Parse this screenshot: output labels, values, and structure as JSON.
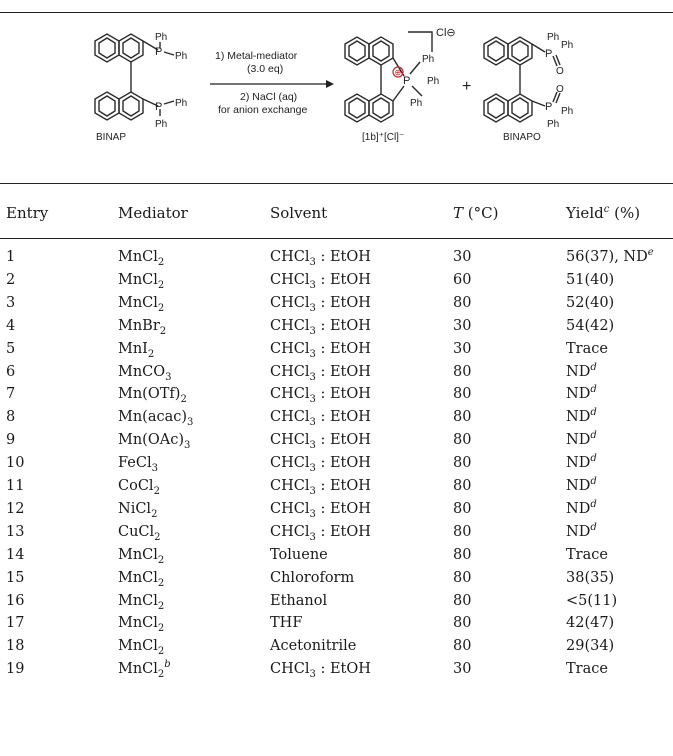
{
  "scheme": {
    "reactant_label": "BINAP",
    "arrow_top_line1": "1) Metal-mediator",
    "arrow_top_line2": "(3.0 eq)",
    "arrow_bottom_line1": "2) NaCl (aq)",
    "arrow_bottom_line2": "for anion exchange",
    "product1_label": "[1b]⁺[Cl]⁻",
    "product2_label": "BINAPO",
    "counterion": "Cl⊖",
    "plus": "+",
    "ph": "Ph",
    "p": "P",
    "o": "O",
    "cation_mark": "⊕"
  },
  "table": {
    "headers": {
      "entry": "Entry",
      "mediator": "Mediator",
      "solvent": "Solvent",
      "temp_italic": "T",
      "temp_unit": " (°C)",
      "yield": "Yield",
      "yield_sup": "c",
      "yield_unit": " (%)"
    },
    "rows": [
      {
        "entry": "1",
        "med": "MnCl",
        "med_sub": "2",
        "med_tail": "",
        "med_sup": "",
        "solv": "CHCl",
        "solv_sub": "3",
        "solv_tail": " : EtOH",
        "t": "30",
        "yield": "56(37), ND",
        "yield_sup": "e"
      },
      {
        "entry": "2",
        "med": "MnCl",
        "med_sub": "2",
        "med_tail": "",
        "med_sup": "",
        "solv": "CHCl",
        "solv_sub": "3",
        "solv_tail": " : EtOH",
        "t": "60",
        "yield": "51(40)",
        "yield_sup": ""
      },
      {
        "entry": "3",
        "med": "MnCl",
        "med_sub": "2",
        "med_tail": "",
        "med_sup": "",
        "solv": "CHCl",
        "solv_sub": "3",
        "solv_tail": " : EtOH",
        "t": "80",
        "yield": "52(40)",
        "yield_sup": ""
      },
      {
        "entry": "4",
        "med": "MnBr",
        "med_sub": "2",
        "med_tail": "",
        "med_sup": "",
        "solv": "CHCl",
        "solv_sub": "3",
        "solv_tail": " : EtOH",
        "t": "30",
        "yield": "54(42)",
        "yield_sup": ""
      },
      {
        "entry": "5",
        "med": "MnI",
        "med_sub": "2",
        "med_tail": "",
        "med_sup": "",
        "solv": "CHCl",
        "solv_sub": "3",
        "solv_tail": " : EtOH",
        "t": "30",
        "yield": "Trace",
        "yield_sup": ""
      },
      {
        "entry": "6",
        "med": "MnCO",
        "med_sub": "3",
        "med_tail": "",
        "med_sup": "",
        "solv": "CHCl",
        "solv_sub": "3",
        "solv_tail": " : EtOH",
        "t": "80",
        "yield": "ND",
        "yield_sup": "d"
      },
      {
        "entry": "7",
        "med": "Mn(OTf)",
        "med_sub": "2",
        "med_tail": "",
        "med_sup": "",
        "solv": "CHCl",
        "solv_sub": "3",
        "solv_tail": " : EtOH",
        "t": "80",
        "yield": "ND",
        "yield_sup": "d"
      },
      {
        "entry": "8",
        "med": "Mn(acac)",
        "med_sub": "3",
        "med_tail": "",
        "med_sup": "",
        "solv": "CHCl",
        "solv_sub": "3",
        "solv_tail": " : EtOH",
        "t": "80",
        "yield": "ND",
        "yield_sup": "d"
      },
      {
        "entry": "9",
        "med": "Mn(OAc)",
        "med_sub": "3",
        "med_tail": "",
        "med_sup": "",
        "solv": "CHCl",
        "solv_sub": "3",
        "solv_tail": " : EtOH",
        "t": "80",
        "yield": "ND",
        "yield_sup": "d"
      },
      {
        "entry": "10",
        "med": "FeCl",
        "med_sub": "3",
        "med_tail": "",
        "med_sup": "",
        "solv": "CHCl",
        "solv_sub": "3",
        "solv_tail": " : EtOH",
        "t": "80",
        "yield": "ND",
        "yield_sup": "d"
      },
      {
        "entry": "11",
        "med": "CoCl",
        "med_sub": "2",
        "med_tail": "",
        "med_sup": "",
        "solv": "CHCl",
        "solv_sub": "3",
        "solv_tail": " : EtOH",
        "t": "80",
        "yield": "ND",
        "yield_sup": "d"
      },
      {
        "entry": "12",
        "med": "NiCl",
        "med_sub": "2",
        "med_tail": "",
        "med_sup": "",
        "solv": "CHCl",
        "solv_sub": "3",
        "solv_tail": " : EtOH",
        "t": "80",
        "yield": "ND",
        "yield_sup": "d"
      },
      {
        "entry": "13",
        "med": "CuCl",
        "med_sub": "2",
        "med_tail": "",
        "med_sup": "",
        "solv": "CHCl",
        "solv_sub": "3",
        "solv_tail": " : EtOH",
        "t": "80",
        "yield": "ND",
        "yield_sup": "d"
      },
      {
        "entry": "14",
        "med": "MnCl",
        "med_sub": "2",
        "med_tail": "",
        "med_sup": "",
        "solv": "Toluene",
        "solv_sub": "",
        "solv_tail": "",
        "t": "80",
        "yield": "Trace",
        "yield_sup": ""
      },
      {
        "entry": "15",
        "med": "MnCl",
        "med_sub": "2",
        "med_tail": "",
        "med_sup": "",
        "solv": "Chloroform",
        "solv_sub": "",
        "solv_tail": "",
        "t": "80",
        "yield": "38(35)",
        "yield_sup": ""
      },
      {
        "entry": "16",
        "med": "MnCl",
        "med_sub": "2",
        "med_tail": "",
        "med_sup": "",
        "solv": "Ethanol",
        "solv_sub": "",
        "solv_tail": "",
        "t": "80",
        "yield": "<5(11)",
        "yield_sup": ""
      },
      {
        "entry": "17",
        "med": "MnCl",
        "med_sub": "2",
        "med_tail": "",
        "med_sup": "",
        "solv": "THF",
        "solv_sub": "",
        "solv_tail": "",
        "t": "80",
        "yield": "42(47)",
        "yield_sup": ""
      },
      {
        "entry": "18",
        "med": "MnCl",
        "med_sub": "2",
        "med_tail": "",
        "med_sup": "",
        "solv": "Acetonitrile",
        "solv_sub": "",
        "solv_tail": "",
        "t": "80",
        "yield": "29(34)",
        "yield_sup": ""
      },
      {
        "entry": "19",
        "med": "MnCl",
        "med_sub": "2",
        "med_tail": "",
        "med_sup": "b",
        "solv": "CHCl",
        "solv_sub": "3",
        "solv_tail": " : EtOH",
        "t": "30",
        "yield": "Trace",
        "yield_sup": ""
      }
    ]
  }
}
